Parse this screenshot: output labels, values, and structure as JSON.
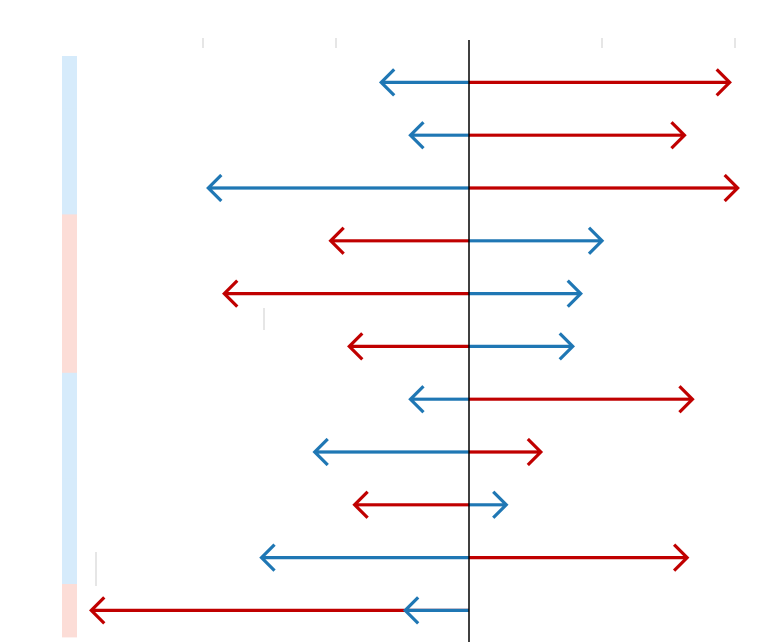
{
  "colors": {
    "red": "#c00000",
    "blue": "#1f77b4",
    "band_blue": "#d6ebfb",
    "band_red": "#fcddd7",
    "zero_line": "#000000",
    "tick": "#cccccc"
  },
  "chart_data": {
    "type": "arrow-diverging",
    "title": "",
    "xlabel": "",
    "ylabel": "",
    "xlim": [
      -2.0,
      1.0
    ],
    "x_ticks": [
      -1.0,
      -0.5,
      0.5,
      1.0
    ],
    "tick_labels_visible": false,
    "grid": false,
    "legend": "none",
    "rows": [
      {
        "left": -0.33,
        "right": 0.98,
        "left_color": "blue",
        "right_color": "red",
        "group": "blue"
      },
      {
        "left": -0.22,
        "right": 0.81,
        "left_color": "blue",
        "right_color": "red",
        "group": "blue"
      },
      {
        "left": -0.98,
        "right": 1.01,
        "left_color": "blue",
        "right_color": "red",
        "group": "blue"
      },
      {
        "left": -0.52,
        "right": 0.5,
        "left_color": "red",
        "right_color": "blue",
        "group": "red"
      },
      {
        "left": -0.92,
        "right": 0.42,
        "left_color": "red",
        "right_color": "blue",
        "group": "red"
      },
      {
        "left": -0.45,
        "right": 0.39,
        "left_color": "red",
        "right_color": "blue",
        "group": "red"
      },
      {
        "left": -0.22,
        "right": 0.84,
        "left_color": "blue",
        "right_color": "red",
        "group": "blue"
      },
      {
        "left": -0.58,
        "right": 0.27,
        "left_color": "blue",
        "right_color": "red",
        "group": "blue"
      },
      {
        "left": -0.43,
        "right": 0.14,
        "left_color": "red",
        "right_color": "blue",
        "group": "blue"
      },
      {
        "left": -0.78,
        "right": 0.82,
        "left_color": "blue",
        "right_color": "red",
        "group": "blue"
      },
      {
        "left": -1.42,
        "left_inner": -0.24,
        "right": 0.0,
        "left_color": "red",
        "inner_color": "blue",
        "group": "red"
      }
    ]
  }
}
